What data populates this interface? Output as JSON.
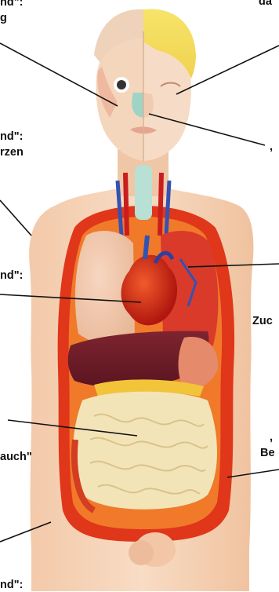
{
  "labels": {
    "top_left_1": "nd\":",
    "top_left_2": "g",
    "top_right": "da",
    "mid_left_1": "nd\":",
    "mid_left_2": "rzen",
    "right_comma_1": ",",
    "left_3": "nd\":",
    "right_zu": "Zuc",
    "right_comma_2": ",",
    "right_be": "Be",
    "left_bauch": "auch\"",
    "bottom_left": "nd\":"
  }
}
